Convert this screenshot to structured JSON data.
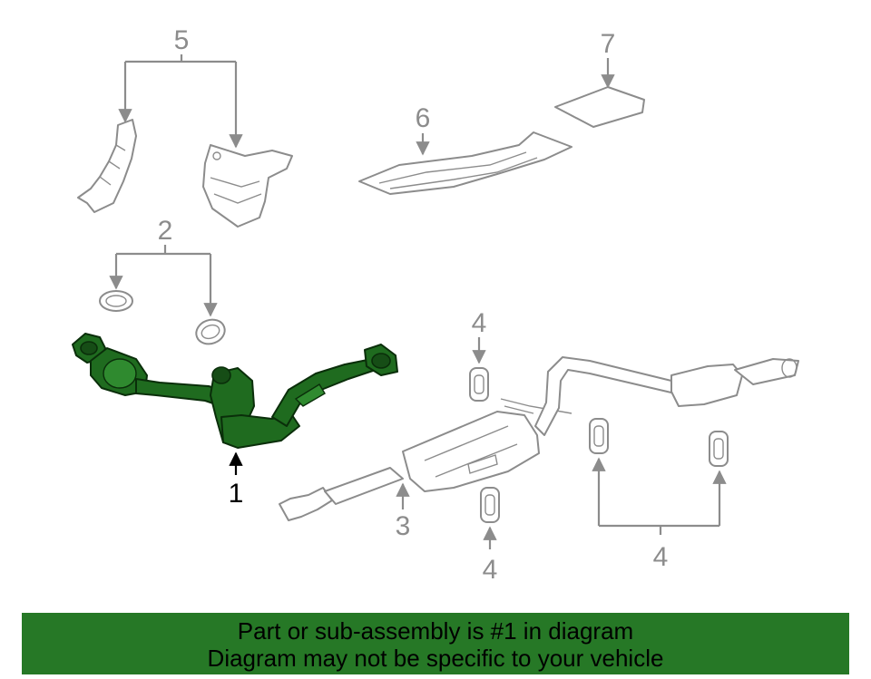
{
  "callouts": {
    "c1": "1",
    "c2": "2",
    "c3": "3",
    "c4a": "4",
    "c4b": "4",
    "c4c": "4",
    "c5": "5",
    "c6": "6",
    "c7": "7"
  },
  "banner": {
    "line1": "Part or sub-assembly is #1 in diagram",
    "line2": "Diagram may not be specific to your vehicle",
    "color": "#267826"
  },
  "colors": {
    "highlight_part": "#1f6b1f",
    "line_art": "#8c8c8c"
  }
}
